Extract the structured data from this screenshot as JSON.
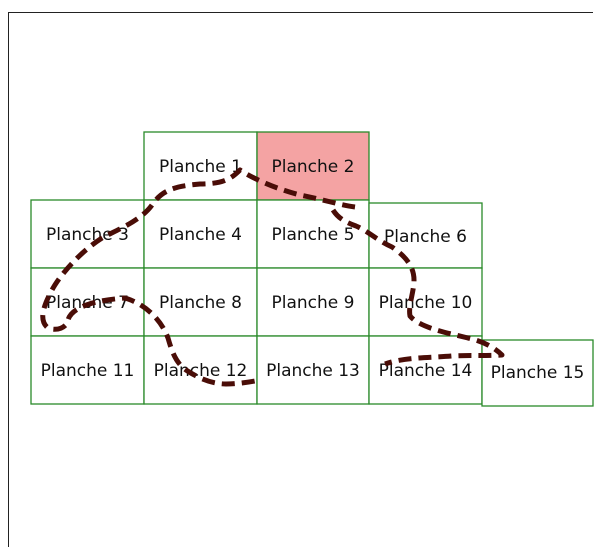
{
  "map": {
    "highlight_color": "#f4a3a3",
    "grid_color": "#2a8a2a",
    "route_color": "#4a0d07",
    "tiles": [
      {
        "label": "Planche 1",
        "highlighted": false
      },
      {
        "label": "Planche 2",
        "highlighted": true
      },
      {
        "label": "Planche 3",
        "highlighted": false
      },
      {
        "label": "Planche 4",
        "highlighted": false
      },
      {
        "label": "Planche 5",
        "highlighted": false
      },
      {
        "label": "Planche 6",
        "highlighted": false
      },
      {
        "label": "Planche 7",
        "highlighted": false
      },
      {
        "label": "Planche 8",
        "highlighted": false
      },
      {
        "label": "Planche 9",
        "highlighted": false
      },
      {
        "label": "Planche 10",
        "highlighted": false
      },
      {
        "label": "Planche 11",
        "highlighted": false
      },
      {
        "label": "Planche 12",
        "highlighted": false
      },
      {
        "label": "Planche 13",
        "highlighted": false
      },
      {
        "label": "Planche 14",
        "highlighted": false
      },
      {
        "label": "Planche 15",
        "highlighted": false
      }
    ]
  }
}
